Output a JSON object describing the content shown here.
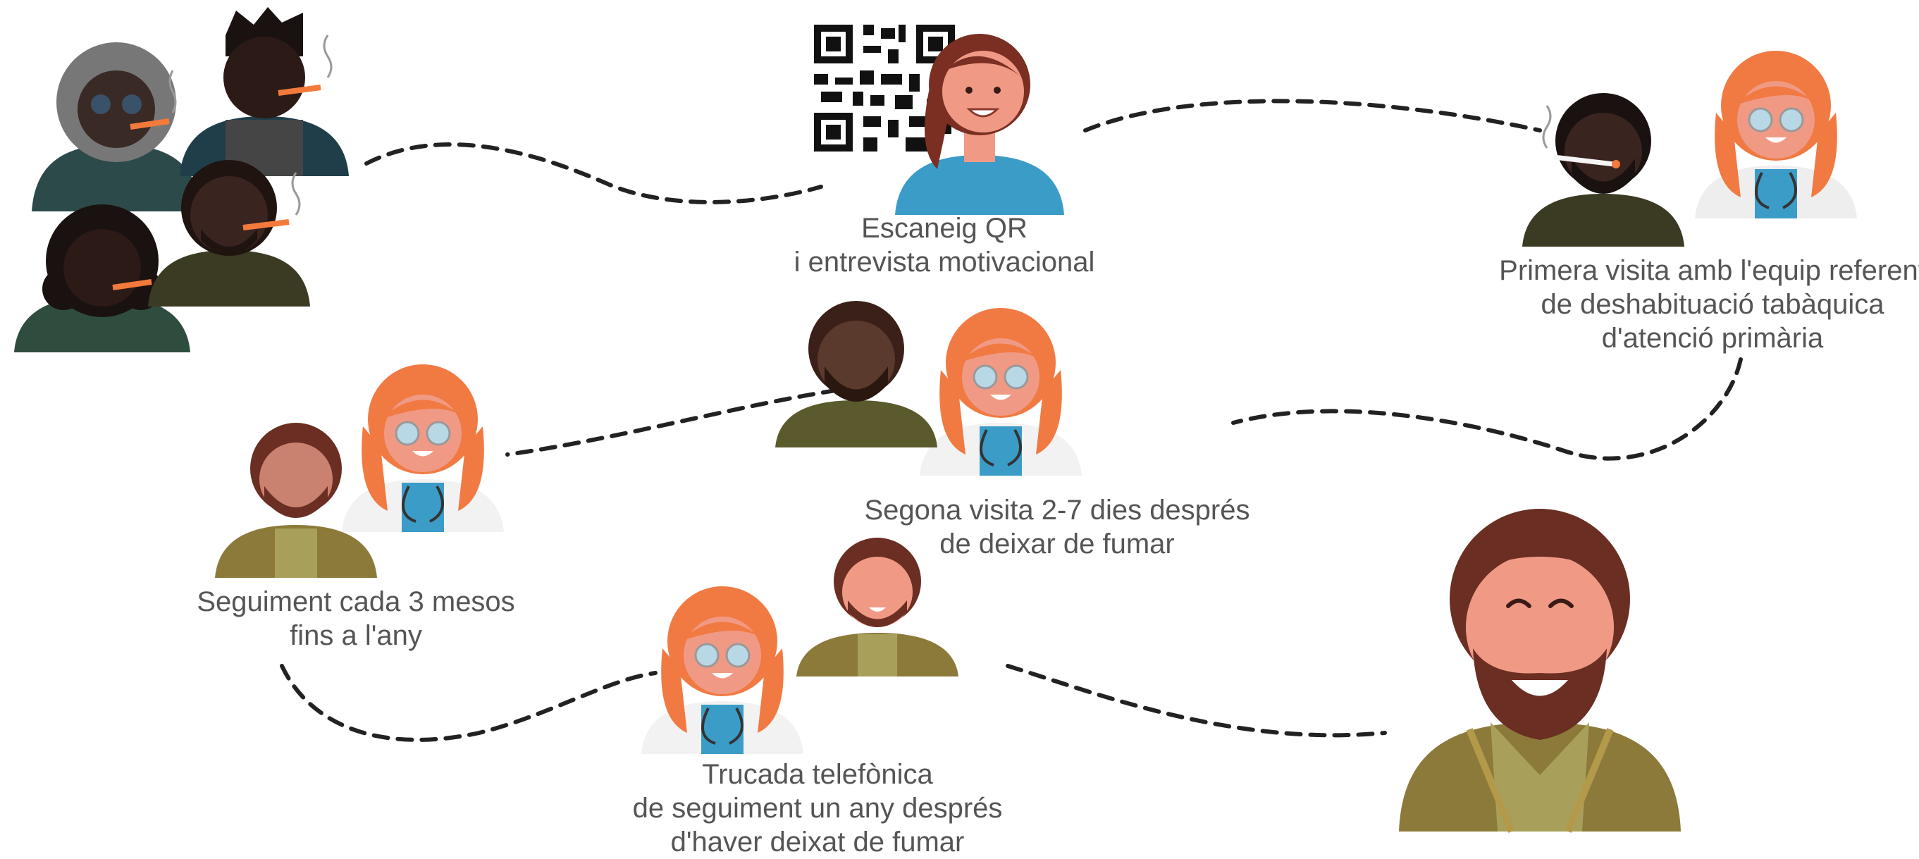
{
  "colors": {
    "skin_light": "#f09a86",
    "skin_dark_brown": "#4a2a1f",
    "skin_very_dark": "#2b1a15",
    "hair_brown": "#6b2e22",
    "hair_orange": "#f17a43",
    "shirt_blue": "#3c9cc8",
    "shirt_olive": "#8c7a3a",
    "coat_white": "#eeeeee",
    "path_dash": "#222222",
    "caption_text": "#555555"
  },
  "steps": [
    {
      "id": "smokers",
      "illustration": "group-of-smokers-icon",
      "caption": []
    },
    {
      "id": "qr",
      "illustration": "qr-code-and-woman-icon",
      "caption": [
        "Escaneig QR",
        "i entrevista motivacional"
      ]
    },
    {
      "id": "first-visit",
      "illustration": "patient-and-nurse-icon",
      "caption": [
        "Primera visita amb l'equip referent",
        "de deshabituació tabàquica",
        "d'atenció primària"
      ]
    },
    {
      "id": "second-visit",
      "illustration": "patient-and-nurse-icon",
      "caption": [
        "Segona visita 2-7 dies després",
        "de deixar de fumar"
      ]
    },
    {
      "id": "follow-up",
      "illustration": "patient-and-nurse-icon",
      "caption": [
        "Seguiment cada 3 mesos",
        "fins a l'any"
      ]
    },
    {
      "id": "phone-call",
      "illustration": "nurse-and-patient-icon",
      "caption": [
        "Trucada telefònica",
        "de seguiment un any després",
        "d'haver deixat de fumar"
      ]
    },
    {
      "id": "ex-smoker",
      "illustration": "happy-man-icon",
      "caption": []
    }
  ]
}
